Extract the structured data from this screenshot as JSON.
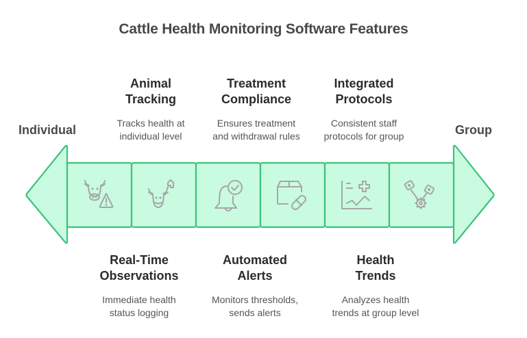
{
  "title": "Cattle Health Monitoring Software Features",
  "axis": {
    "left_label": "Individual",
    "right_label": "Group"
  },
  "colors": {
    "fill": "#c8fbe0",
    "stroke": "#3cc27e",
    "icon": "#a6a6a6",
    "title_text": "#484848"
  },
  "top_features": [
    {
      "title": "Animal\nTracking",
      "description": "Tracks health at\nindividual level"
    },
    {
      "title": "Treatment\nCompliance",
      "description": "Ensures treatment\nand withdrawal rules"
    },
    {
      "title": "Integrated\nProtocols",
      "description": "Consistent staff\nprotocols for group"
    }
  ],
  "bottom_features": [
    {
      "title": "Real-Time\nObservations",
      "description": "Immediate health\nstatus logging"
    },
    {
      "title": "Automated\nAlerts",
      "description": "Monitors thresholds,\nsends alerts"
    },
    {
      "title": "Health\nTrends",
      "description": "Analyzes health\ntrends at group level"
    }
  ],
  "segments": [
    {
      "icon": "cow-warning-icon"
    },
    {
      "icon": "cow-barn-icon"
    },
    {
      "icon": "bell-check-icon"
    },
    {
      "icon": "box-pill-icon"
    },
    {
      "icon": "chart-plus-icon"
    },
    {
      "icon": "pistons-gear-icon"
    }
  ]
}
